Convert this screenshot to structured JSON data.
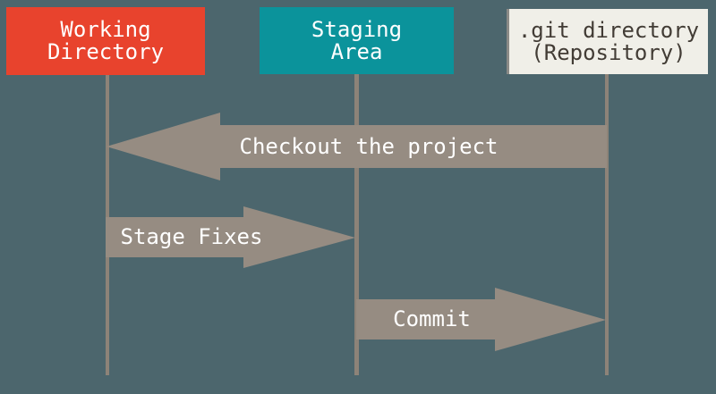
{
  "diagram": {
    "kind": "git-areas-sequence-diagram",
    "columns": [
      {
        "id": "working-directory",
        "line1": "Working",
        "line2": "Directory"
      },
      {
        "id": "staging-area",
        "line1": "Staging",
        "line2": "Area"
      },
      {
        "id": "git-directory",
        "line1": ".git directory",
        "line2": "(Repository)"
      }
    ],
    "arrows": [
      {
        "id": "checkout",
        "label": "Checkout the project",
        "direction": "left",
        "from": "git-directory",
        "to": "working-directory"
      },
      {
        "id": "stage-fixes",
        "label": "Stage Fixes",
        "direction": "right",
        "from": "working-directory",
        "to": "staging-area"
      },
      {
        "id": "commit",
        "label": "Commit",
        "direction": "right",
        "from": "staging-area",
        "to": "git-directory"
      }
    ],
    "colors": {
      "background": "#4c666d",
      "working_directory_box": "#e8432d",
      "staging_area_box": "#0b939b",
      "git_directory_box": "#f0efe8",
      "git_directory_text": "#423c35",
      "box_text": "#ffffff",
      "arrow": "#968c82",
      "lifeline": "#8d8378",
      "arrow_text": "#ffffff"
    }
  }
}
